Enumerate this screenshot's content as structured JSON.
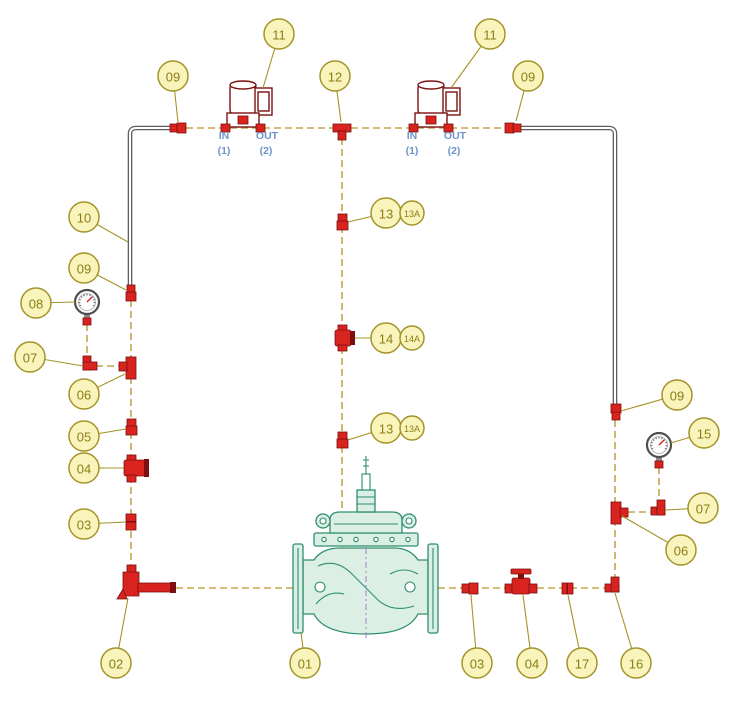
{
  "diagram": {
    "callouts": {
      "solenoid_valve_left": "11",
      "solenoid_valve_right": "11",
      "tube_fitting_top_left": "09",
      "tee_top": "12",
      "tube_fitting_top_right": "09",
      "tubing_left": "10",
      "tube_fitting_left": "09",
      "pressure_gauge_left": "08",
      "elbow_left": "07",
      "tee_left": "06",
      "fitting_left": "05",
      "ball_valve_left": "04",
      "fitting_left_lower": "03",
      "strainer": "02",
      "main_valve": "01",
      "fitting_bottom": "03",
      "ball_valve_bottom": "04",
      "fitting_bottom_17": "17",
      "elbow_bottom": "16",
      "center_fitting_upper": "13",
      "center_fitting_upper_alt": "13A",
      "center_valve": "14",
      "center_valve_alt": "14A",
      "center_fitting_lower": "13",
      "center_fitting_lower_alt": "13A",
      "tube_fitting_right": "09",
      "pressure_gauge_right": "15",
      "elbow_right": "07",
      "tee_right": "06"
    },
    "ports": {
      "left": {
        "in": "IN",
        "in_number": "(1)",
        "out": "OUT",
        "out_number": "(2)"
      },
      "right": {
        "in": "IN",
        "in_number": "(1)",
        "out": "OUT",
        "out_number": "(2)"
      }
    }
  },
  "colors": {
    "piping": "#c5a54b",
    "callout_stroke": "#a49328",
    "callout_fill": "#f8f4bc",
    "callout_text": "#8d7d14",
    "fitting": "#d8231f",
    "fitting_outline": "#7c1010",
    "main_valve": "#2e8e6e",
    "main_valve_fill": "#dcefe5",
    "tubing": "#5f5f5f",
    "port_text": "#7094c8",
    "centerline": "#a77cc9"
  }
}
